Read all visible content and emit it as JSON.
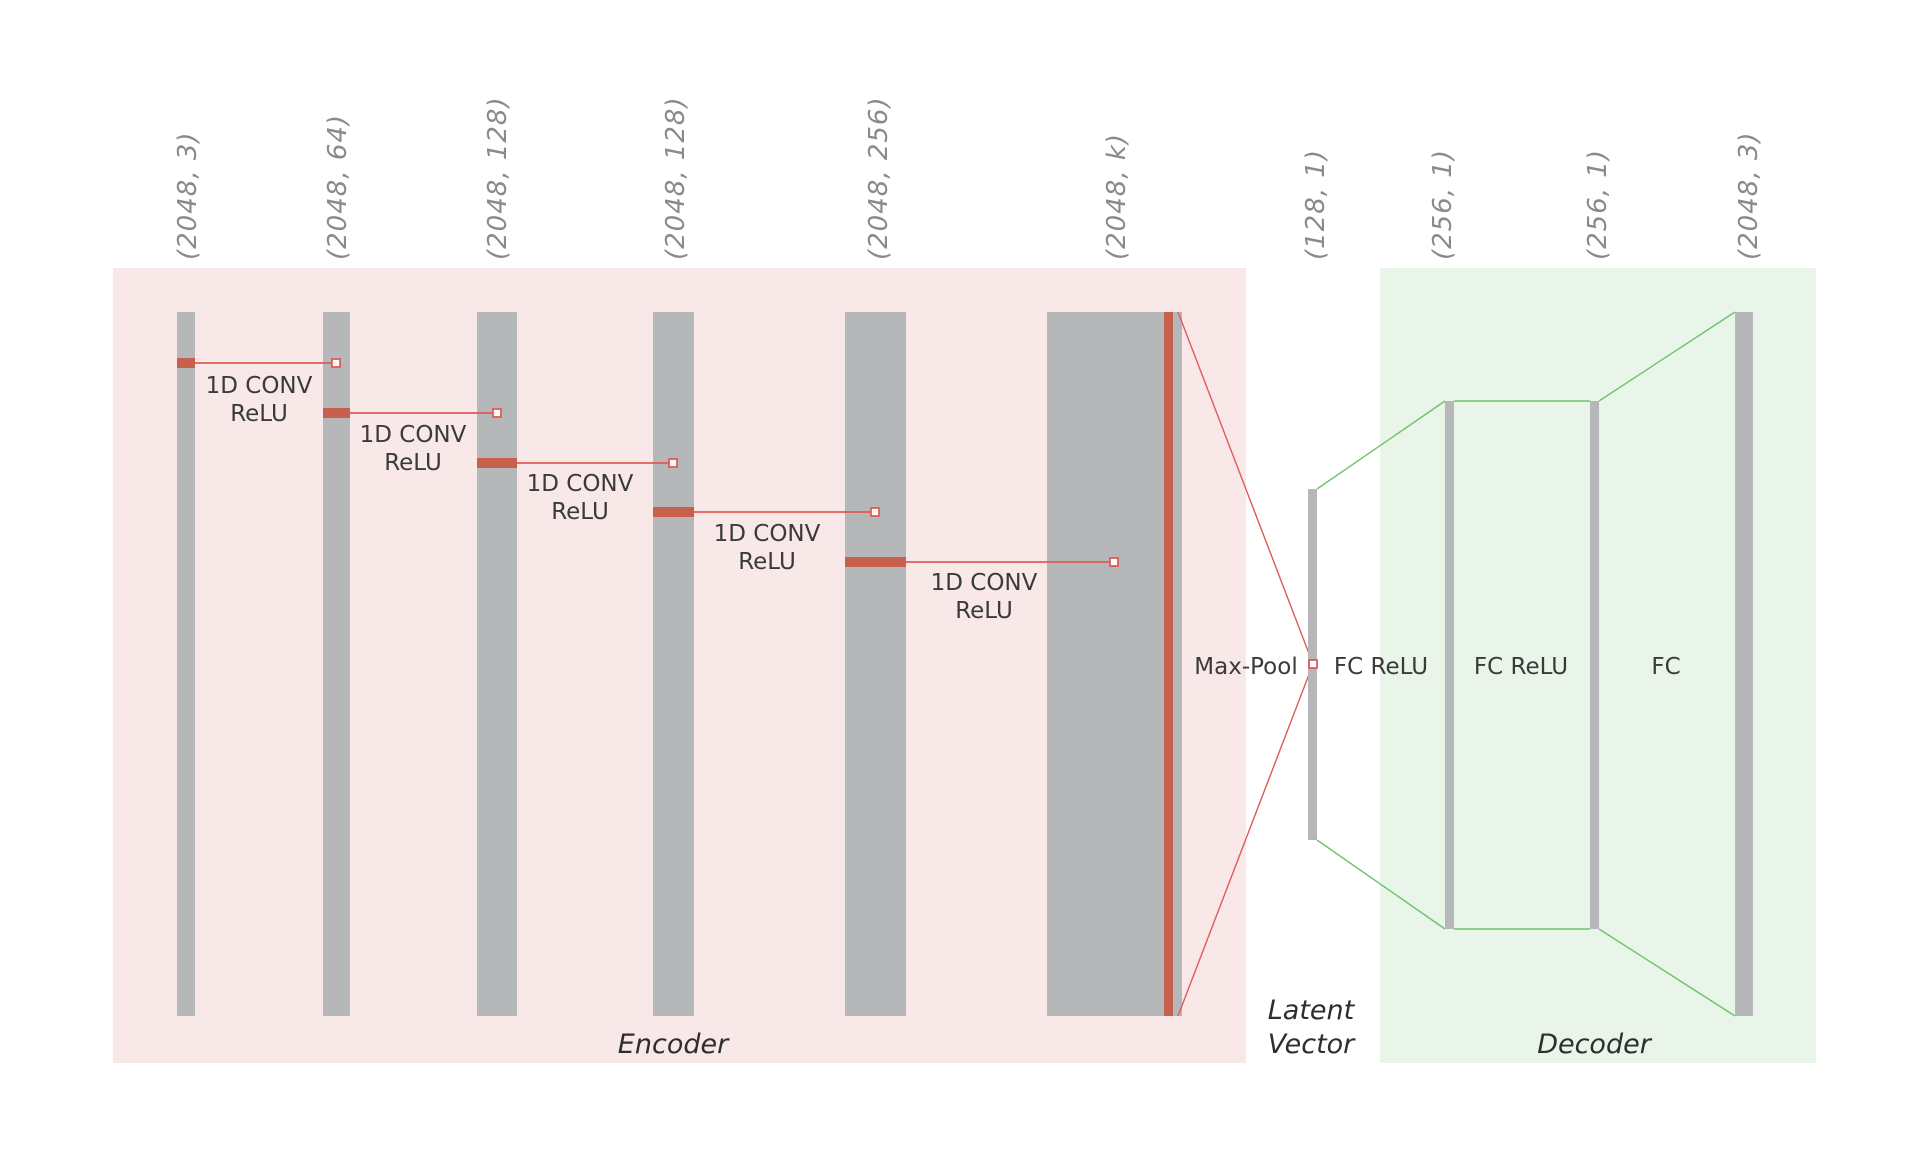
{
  "colors": {
    "encoder_bg": "#f9e8e8",
    "decoder_bg": "#e9f5e9",
    "layer": "#b6b7b9",
    "accent": "#c8604e",
    "connector_red": "#e05b57",
    "connector_green": "#6cc46a"
  },
  "shapes": {
    "input": "(2048, 3)",
    "conv1": "(2048, 64)",
    "conv2": "(2048, 128)",
    "conv3": "(2048, 128)",
    "conv4": "(2048, 256)",
    "conv5": "(2048, k)",
    "latent": "(128, 1)",
    "fc1": "(256, 1)",
    "fc2": "(256, 1)",
    "output": "(2048, 3)"
  },
  "ops": {
    "conv_line1": "1D CONV",
    "conv_line2": "ReLU",
    "maxpool": "Max-Pool",
    "fc_relu": "FC ReLU",
    "fc": "FC"
  },
  "captions": {
    "encoder": "Encoder",
    "latent_line1": "Latent",
    "latent_line2": "Vector",
    "decoder": "Decoder"
  }
}
